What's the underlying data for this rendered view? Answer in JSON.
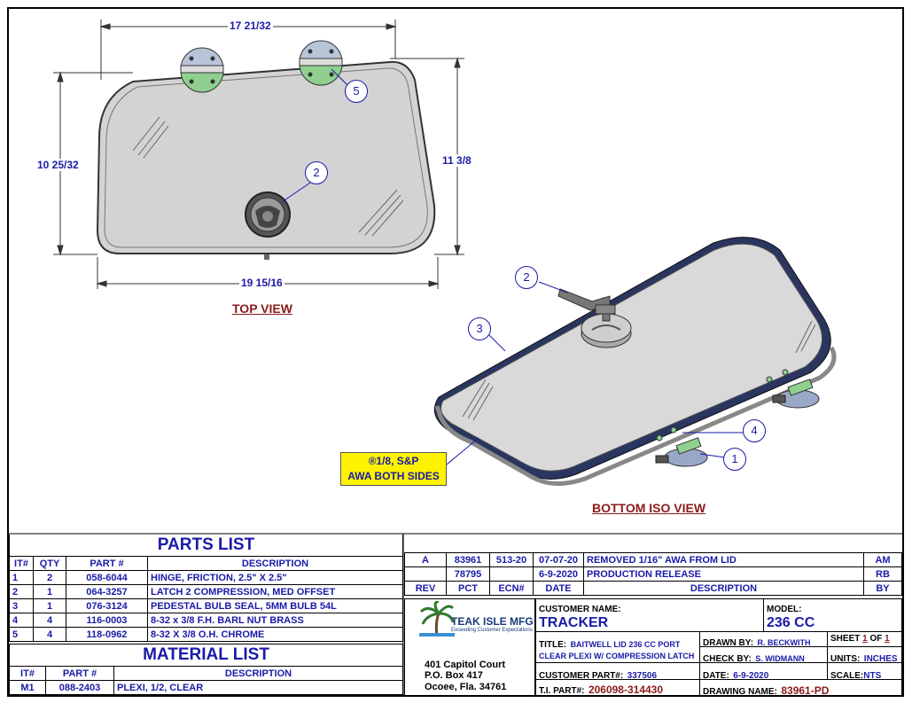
{
  "dimensions": {
    "top_width": "17 21/32",
    "left_height": "10 25/32",
    "right_height": "11 3/8",
    "bottom_width": "19 15/16"
  },
  "views": {
    "top_view_title": "TOP VIEW",
    "bottom_iso_title": "BOTTOM ISO VIEW"
  },
  "balloons": {
    "b1": "1",
    "b2": "2",
    "b2iso": "2",
    "b3": "3",
    "b4": "4",
    "b5": "5"
  },
  "note": {
    "line1": "®1/8, S&P",
    "line2": "AWA BOTH SIDES"
  },
  "parts_list": {
    "title": "PARTS LIST",
    "headers": [
      "IT#",
      "QTY",
      "PART #",
      "DESCRIPTION"
    ],
    "rows": [
      [
        "1",
        "2",
        "058-6044",
        "HINGE, FRICTION, 2.5\" X 2.5\""
      ],
      [
        "2",
        "1",
        "064-3257",
        "LATCH 2 COMPRESSION, MED OFFSET"
      ],
      [
        "3",
        "1",
        "076-3124",
        "PEDESTAL BULB SEAL, 5MM BULB 54L"
      ],
      [
        "4",
        "4",
        "116-0003",
        "8-32 x 3/8 F.H. BARL NUT BRASS"
      ],
      [
        "5",
        "4",
        "118-0962",
        "8-32 X 3/8 O.H. CHROME"
      ]
    ]
  },
  "material_list": {
    "title": "MATERIAL LIST",
    "headers": [
      "IT#",
      "PART #",
      "DESCRIPTION"
    ],
    "rows": [
      [
        "M1",
        "088-2403",
        "PLEXI, 1/2, CLEAR"
      ]
    ]
  },
  "revisions": {
    "headers": [
      "REV",
      "PCT",
      "ECN#",
      "DATE",
      "DESCRIPTION",
      "BY"
    ],
    "rows": [
      [
        "A",
        "83961",
        "513-20",
        "07-07-20",
        "REMOVED 1/16\" AWA FROM LID",
        "AM"
      ],
      [
        "",
        "78795",
        "",
        "6-9-2020",
        "PRODUCTION RELEASE",
        "RB"
      ]
    ]
  },
  "title_block": {
    "company": "TEAK ISLE MFG",
    "tagline": "Exceeding Customer Expectations",
    "address_line1": "401 Capitol Court",
    "address_line2": "P.O. Box 417",
    "address_line3": "Ocoee, Fla. 34761",
    "customer_name_label": "CUSTOMER NAME:",
    "customer_name": "TRACKER",
    "model_label": "MODEL:",
    "model": "236 CC",
    "title_label": "TITLE:",
    "title_line1": "BAITWELL LID 236 CC PORT",
    "title_line2": "CLEAR PLEXI W/ COMPRESSION LATCH",
    "customer_part_label": "CUSTOMER PART#:",
    "customer_part": "337506",
    "ti_part_label": "T.I. PART#:",
    "ti_part": "206098-314430",
    "drawn_by_label": "DRAWN BY:",
    "drawn_by": "R. BECKWITH",
    "check_by_label": "CHECK BY:",
    "check_by": "S. WIDMANN",
    "date_label": "DATE:",
    "date": "6-9-2020",
    "drawing_name_label": "DRAWING NAME:",
    "drawing_name": "83961-PD",
    "sheet_label": "SHEET",
    "sheet_num": "1",
    "sheet_of": "OF",
    "sheet_total": "1",
    "units_label": "UNITS:",
    "units": "INCHES",
    "scale_label": "SCALE:",
    "scale": "NTS"
  }
}
